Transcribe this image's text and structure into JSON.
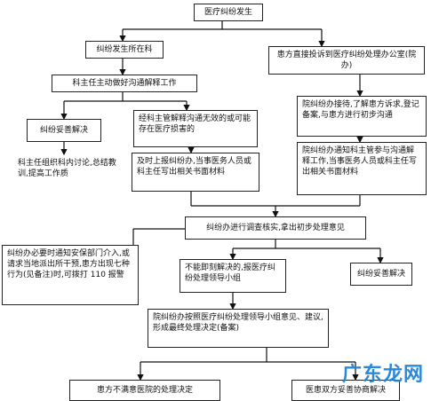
{
  "flowchart": {
    "start": "医疗纠纷发生",
    "dept_origin": "纠纷发生所在科",
    "dept_director_explain": "科主任主动做好沟通解释工作",
    "dispute_resolved_left": "纠纷妥善解决",
    "dept_director_review": "科主任组织科内讨论,总结教训,提高工作质",
    "explain_failed": "经科主管解释沟通无效的或可能存在医疗损害的",
    "report_timely": "及时上报纠纷办,当事医务人员或科主任写出相关书面材料",
    "patient_complaint": "患方直接投诉到医疗纠纷处理办公室(院办)",
    "office_reception": "院纠纷办接待,了解患方诉求,登记备案,与患方进行初步沟通",
    "office_notify": "院纠纷办通知科主管参与沟通解释工作,当事医务人员或科主任写出相关书面材料",
    "investigate": "纠纷办进行调查核实,拿出初步处理意见",
    "security_note": "纠纷办必要时通知安保部门介入,或请求当地派出所干预,患方出现七种行为(见备注)时,可拨打 110 报警",
    "cannot_resolve": "不能即刻解决的,报医疗纠纷处理领导小组",
    "dispute_resolved_right": "纠纷妥善解决",
    "final_decision": "院纠纷办按照医疗纠纷处理领导小组意见、建议,形成最终处理决定(备案)",
    "patient_unsatisfied": "患方不满意医院的处理决定",
    "negotiated_resolution": "医患双方妥善协商解决"
  },
  "watermark": "广东龙网"
}
